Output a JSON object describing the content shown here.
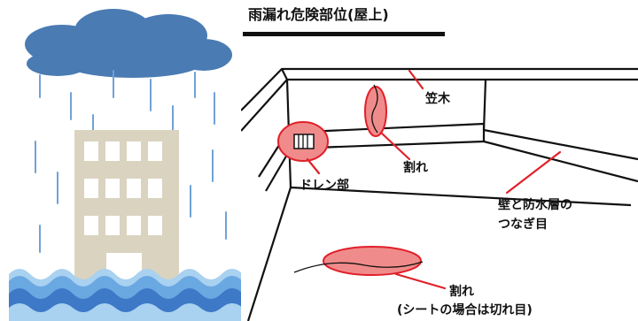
{
  "title": "雨漏れ危険部位(屋上)",
  "labels": {
    "coping": "笠木",
    "crack_upper": "割れ",
    "drain": "ドレン部",
    "wall_joint_line1": "壁と防水層の",
    "wall_joint_line2": "つなぎ目",
    "crack_lower_line1": "割れ",
    "crack_lower_line2": "(シートの場合は切れ目)"
  },
  "colors": {
    "sky": "#ffffff",
    "cloud": "#4a7bb3",
    "rain": "#6fa2d6",
    "building": "#d9d3c0",
    "window": "#ffffff",
    "water_light": "#a9d1f0",
    "water_mid": "#6aa8e2",
    "water_dark": "#3d79c7",
    "highlight_fill": "#f08b8b",
    "highlight_stroke": "#e0202a",
    "line": "#111111"
  },
  "icons": {
    "cloud": "cloud-icon",
    "rain": "rain-icon",
    "building": "building-icon",
    "water": "flood-water-icon",
    "drain": "drain-grate-icon"
  }
}
